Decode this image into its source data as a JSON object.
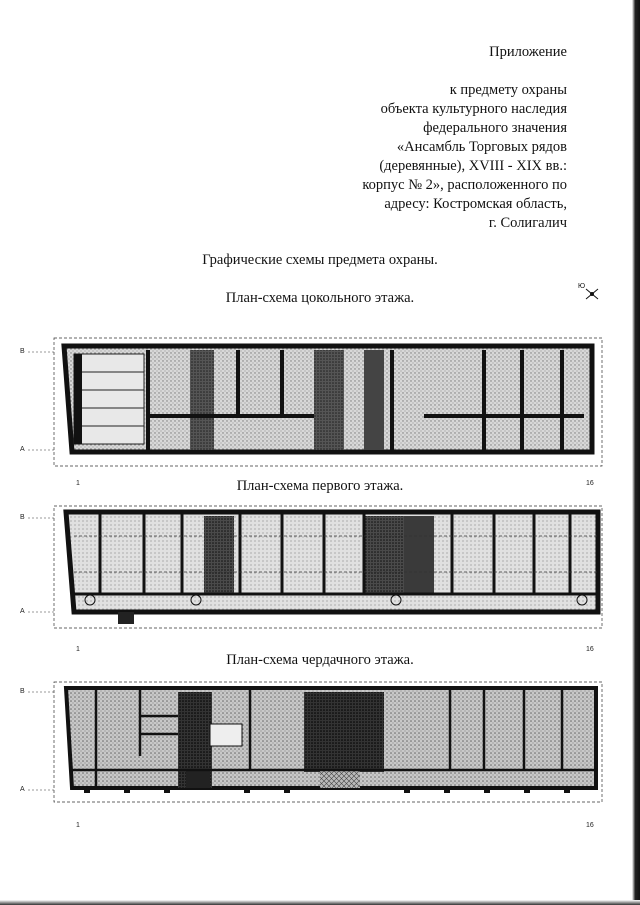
{
  "header": {
    "title": "Приложение",
    "lines": [
      "к предмету охраны",
      "объекта культурного наследия",
      "федерального значения",
      "«Ансамбль Торговых рядов",
      "(деревянные),  XVIII - XIX вв.:",
      "корпус № 2», расположенного по",
      "адресу: Костромская область,",
      "г. Солигалич"
    ]
  },
  "main_title": "Графические схемы предмета охраны.",
  "plans": [
    {
      "title": "План-схема цокольного этажа.",
      "axis_top": "B",
      "axis_bottom": "A",
      "col_start": "1",
      "col_end": "16"
    },
    {
      "title": "План-схема первого этажа.",
      "axis_top": "B",
      "axis_bottom": "A",
      "col_start": "1",
      "col_end": "16"
    },
    {
      "title": "План-схема чердачного этажа.",
      "axis_top": "B",
      "axis_bottom": "A",
      "col_start": "1",
      "col_end": "16"
    }
  ],
  "compass_label": "Ю"
}
